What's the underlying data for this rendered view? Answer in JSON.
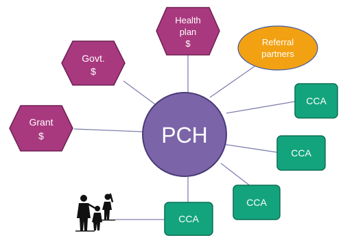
{
  "center": {
    "label": "PCH"
  },
  "hexagons": [
    {
      "id": "health-plan",
      "lines": [
        "Health",
        "plan",
        "$"
      ]
    },
    {
      "id": "govt",
      "lines": [
        "Govt.",
        "$"
      ]
    },
    {
      "id": "grant",
      "lines": [
        "Grant",
        "$"
      ]
    }
  ],
  "referral": {
    "lines": [
      "Referral",
      "partners"
    ]
  },
  "cca_nodes": [
    {
      "id": "cca-1",
      "label": "CCA"
    },
    {
      "id": "cca-2",
      "label": "CCA"
    },
    {
      "id": "cca-3",
      "label": "CCA"
    },
    {
      "id": "cca-4",
      "label": "CCA"
    }
  ],
  "colors": {
    "center_fill": "#7b64a8",
    "center_stroke": "#4a3a78",
    "hexagon_fill": "#a8397f",
    "hexagon_stroke": "#6e1f52",
    "referral_fill": "#f2a113",
    "referral_stroke": "#3f5aa6",
    "cca_fill": "#13a47e",
    "cca_stroke": "#0c6e52",
    "connector": "#7f7fb0"
  },
  "family_icon": "family-icon"
}
